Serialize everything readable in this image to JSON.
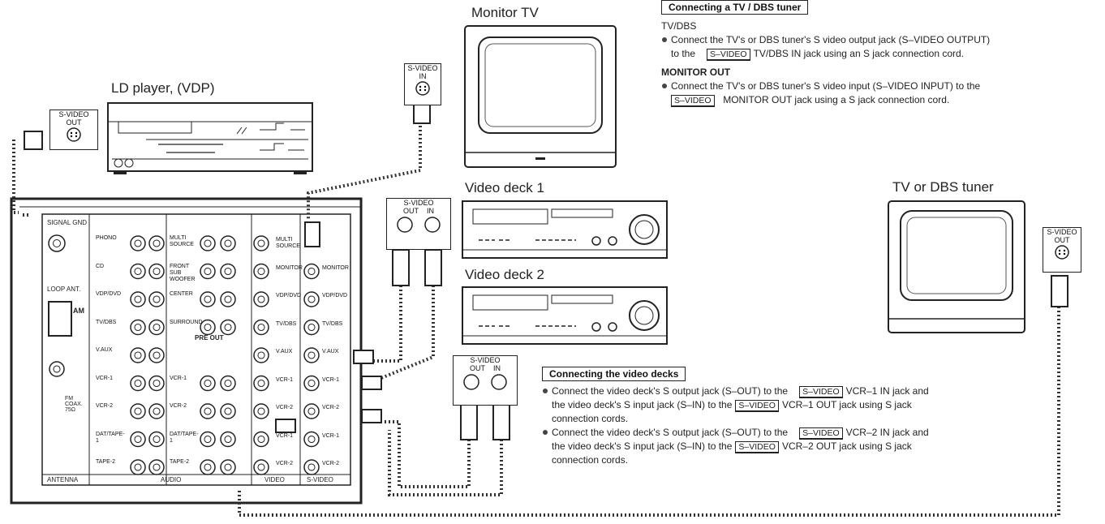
{
  "devices": {
    "monitor_tv": "Monitor TV",
    "ld_player": "LD player, (VDP)",
    "video_deck_1": "Video deck 1",
    "video_deck_2": "Video deck 2",
    "tv_dbs": "TV or DBS tuner"
  },
  "connector_tags": {
    "svideo": "S-VIDEO",
    "in": "IN",
    "out": "OUT"
  },
  "tv_section": {
    "title": "Connecting a TV / DBS tuner",
    "sub1": "TV/DBS",
    "b1_pre": "Connect the TV's or DBS tuner's S video output jack (S–VIDEO OUTPUT)",
    "b1_l2_pre": "to the",
    "b1_tag": "S–VIDEO",
    "b1_l2_post": "TV/DBS IN jack using an S jack connection cord.",
    "sub2": "MONITOR OUT",
    "b2_pre": "Connect the TV's or DBS tuner's S video input (S–VIDEO INPUT) to the",
    "b2_tag": "S–VIDEO",
    "b2_post": "MONITOR OUT jack using a S jack connection cord."
  },
  "video_section": {
    "title": "Connecting the video decks",
    "b1_l1_pre": "Connect the video deck's S output jack (S–OUT) to the",
    "b1_l1_tag": "S–VIDEO",
    "b1_l1_post": "VCR–1 IN jack and",
    "b1_l2_pre": "the video deck's S input jack (S–IN) to the",
    "b1_l2_tag": "S–VIDEO",
    "b1_l2_post": "VCR–1 OUT jack using S jack",
    "b1_l3": "connection cords.",
    "b2_l1_pre": "Connect the video deck's S output jack (S–OUT) to the",
    "b2_l1_tag": "S–VIDEO",
    "b2_l1_post": "VCR–2 IN jack and",
    "b2_l2_pre": "the video deck's S input jack (S–IN) to the",
    "b2_l2_tag": "S–VIDEO",
    "b2_l2_post": "VCR–2 OUT jack using S jack",
    "b2_l3": "connection cords."
  },
  "panel": {
    "signal_gnd": "SIGNAL GND",
    "loop_ant": "LOOP ANT.",
    "am": "AM",
    "fm": "FM COAX. 75Ω",
    "antenna": "ANTENNA",
    "audio": "AUDIO",
    "video": "VIDEO",
    "svideo": "S-VIDEO",
    "preout": "PRE OUT",
    "in_left": [
      "PHONO",
      "CD",
      "VDP/DVD",
      "TV/DBS",
      "V.AUX",
      "VCR-1",
      "VCR-2",
      "DAT/TAPE-1",
      "TAPE-2"
    ],
    "out_mid": [
      "MULTI SOURCE",
      "FRONT SUB WOOFER",
      "CENTER",
      "SURROUND",
      "VCR-1",
      "VCR-2",
      "DAT/TAPE-1",
      "TAPE-2"
    ],
    "video_col": [
      "MULTI SOURCE",
      "MONITOR",
      "VDP/DVD",
      "TV/DBS",
      "V.AUX",
      "VCR-1",
      "VCR-2",
      "VCR-1",
      "VCR-2"
    ],
    "svideo_col": [
      "MONITOR",
      "VDP/DVD",
      "TV/DBS",
      "V.AUX",
      "VCR-1",
      "VCR-2",
      "VCR-1",
      "VCR-2"
    ]
  }
}
